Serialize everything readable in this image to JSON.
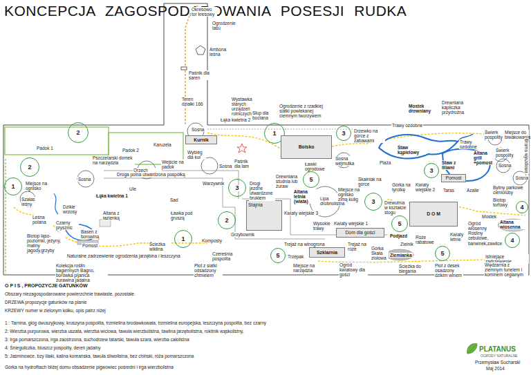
{
  "diagram": {
    "title": "KONCEPCJA ZAGOSPODAROWANIA POSESJI RUDKA",
    "nodes": [
      {
        "text": [
          "2"
        ]
      },
      {
        "text": [
          "1"
        ]
      },
      {
        "text": [
          "3"
        ]
      },
      {
        "text": [
          "2"
        ]
      },
      {
        "text": [
          "1"
        ]
      },
      {
        "text": [
          "3"
        ]
      },
      {
        "text": [
          "5"
        ]
      },
      {
        "text": [
          "3"
        ]
      },
      {
        "text": [
          "3"
        ]
      },
      {
        "text": [
          "4"
        ]
      },
      {
        "text": [
          "2"
        ]
      },
      {
        "text": [
          "5"
        ]
      },
      {
        "text": [
          "1"
        ]
      },
      {
        "text": [
          "5"
        ]
      },
      {
        "text": [
          "5"
        ]
      },
      {
        "text": [
          "4"
        ]
      },
      {
        "text": [
          "Kurnik"
        ]
      },
      {
        "text": [
          "Boisko"
        ]
      },
      {
        "text": [
          "Stajnia"
        ]
      },
      {
        "text": [
          "Dom dla gości"
        ]
      },
      {
        "text": [
          "Szklarnia"
        ]
      },
      {
        "text": [
          "D O M"
        ]
      },
      {
        "text": [
          "Pomost"
        ]
      }
    ],
    "labels": [
      "Okresowo tor kresowy",
      "Ogrodzenie lasu",
      "Ambona leśna",
      "Paśnik dla saren",
      "Teren działki 166",
      "Wystawka starych urządzeń rolniczych",
      "Słup dla bociana",
      "Ogrodzenie z rzadkiej siatki powlekanej ciemnym tworzywem",
      "Łąka kwietna 2",
      "Sosna",
      "Padok 1",
      "Padok 2",
      "Karuzela",
      "Pszczelarski domek na narzędzia",
      "Wybieg dla kur",
      "Wejście na padok",
      "Orzech włoski",
      "Sosna",
      "Paśnik dla lam",
      "Droga polna utwardzona pospółką",
      "Sosna",
      "Miejsce na ognisko",
      "Szałas leśny",
      "Łąka kwietna 1",
      "Ule",
      "Dzikie wrzosy",
      "Leśna polana",
      "Czarny prysznic",
      "Altana z łazienką",
      "Basen z borowiną",
      "Pomost",
      "Biotop łąso- poziomki, jeżyny, maliny jagody,grzyby",
      "Naturalne zadrzewienie ogrodzenia jarzębina i leszczyna",
      "Sad",
      "Ławka pod gruszą",
      "Ścieżka wiklina",
      "Komposty",
      "Kolekcja roślin bagiennych Bagno, borówka pijanica żurawina jadalna",
      "Płot z siatki odsadzony chmielem",
      "Warzywnik",
      "Drogi jezdne utwardzone brukiem",
      "Kwiaty wiejskie 3",
      "Grzybownik",
      "Czereśnia pospolita",
      "Trejaż na winogrona",
      "Trzepak",
      "Miejsce na narzędzia",
      "Trejaż na róże",
      "Ogród kwiatowy dla gości",
      "Kwiaty wiejskie 1",
      "Wysokie trawy",
      "Lipa drobnolistna",
      "Altana letnia (wiata)",
      "Drewniana studnia lub żuraw",
      "Ławki ogrodowe",
      "Drzewko na górce z zabawami",
      "Skałniak na górce",
      "Miejsce na ognisko zimą kulig",
      "Drewutnia w kształcie stogu",
      "Sosna wejmutka",
      "Plaża",
      "Staw kąpielowy",
      "Trawy ozdobne",
      "Mostek drewniany",
      "Drewniana kapliczka przydrożna",
      "Górka na tyrolkę",
      "Kwiaty wiejskie 2",
      "Staw z liliami",
      "Trawy ozdobne",
      "Altana grill +pomost",
      "Świerk pospolity",
      "Miejsce do biwakowania",
      "Świerk pospolity",
      "Sosna",
      "Sosna",
      "Taras",
      "Azalie",
      "Byliny parkowe cienioluby",
      "Biotop torfowy",
      "Podjazd",
      "Mostek",
      "Ogród wiosenny Rośliny cebulowe, barwinek,zawilce",
      "Altana wiosenna",
      "Kwiaty letnie",
      "Róże rabatowe",
      "Zielnik",
      "Górka Skała ziołowa",
      "Ziemianka",
      "Ścieżka do biegania",
      "Płot z desek osadzony dzikim winem",
      "Istniejące zadrzewienie",
      "Wędzarnia z ziemnym tunelem i kominem ceglanym",
      "Brama wjazdowa",
      "O P I S , PROPOZYCJE GATUNKÓW",
      "Obszary niezagospodarowane powierzchnie trawiaste, pozostałe",
      "DRZEWA propozycje gatunków na planie",
      "KRZEWY numer w zielonym kółku, opis patrz niżej",
      "1 : Tarnina, głóg dwuszyjkowy, kruszyna pospolita, trzmielina brodawkowata, trzmielina europejska, leszczyna pospolita, bez czarny",
      "2: Wierzba purpurowa, wierzba uszata, wierzba wiciowa, tawuła wierzbolistna, tawlina jarzębolistna, rokitnik wąskolistny,",
      "3: Irga pomarszczona, irga zaostrzona, suchodrzew tatarski, tawuła szara, wierzba całolistna",
      "4: Śnieguliczka, bluszcz pospolity, dereń jadalny",
      "5: Jaśminowce, bzy lilaki, kalina koreańska, tawuła śliwolistna, bez chiński, róża pomarszczona",
      "Górka na hydrofitach bliżej domu obsadzenie pigwowiec pośredni i irga wierzbolistna",
      "PLATANUS",
      "OGRODY NATURALNE",
      "Przemysław Sucharski",
      "Maj 2014"
    ]
  }
}
